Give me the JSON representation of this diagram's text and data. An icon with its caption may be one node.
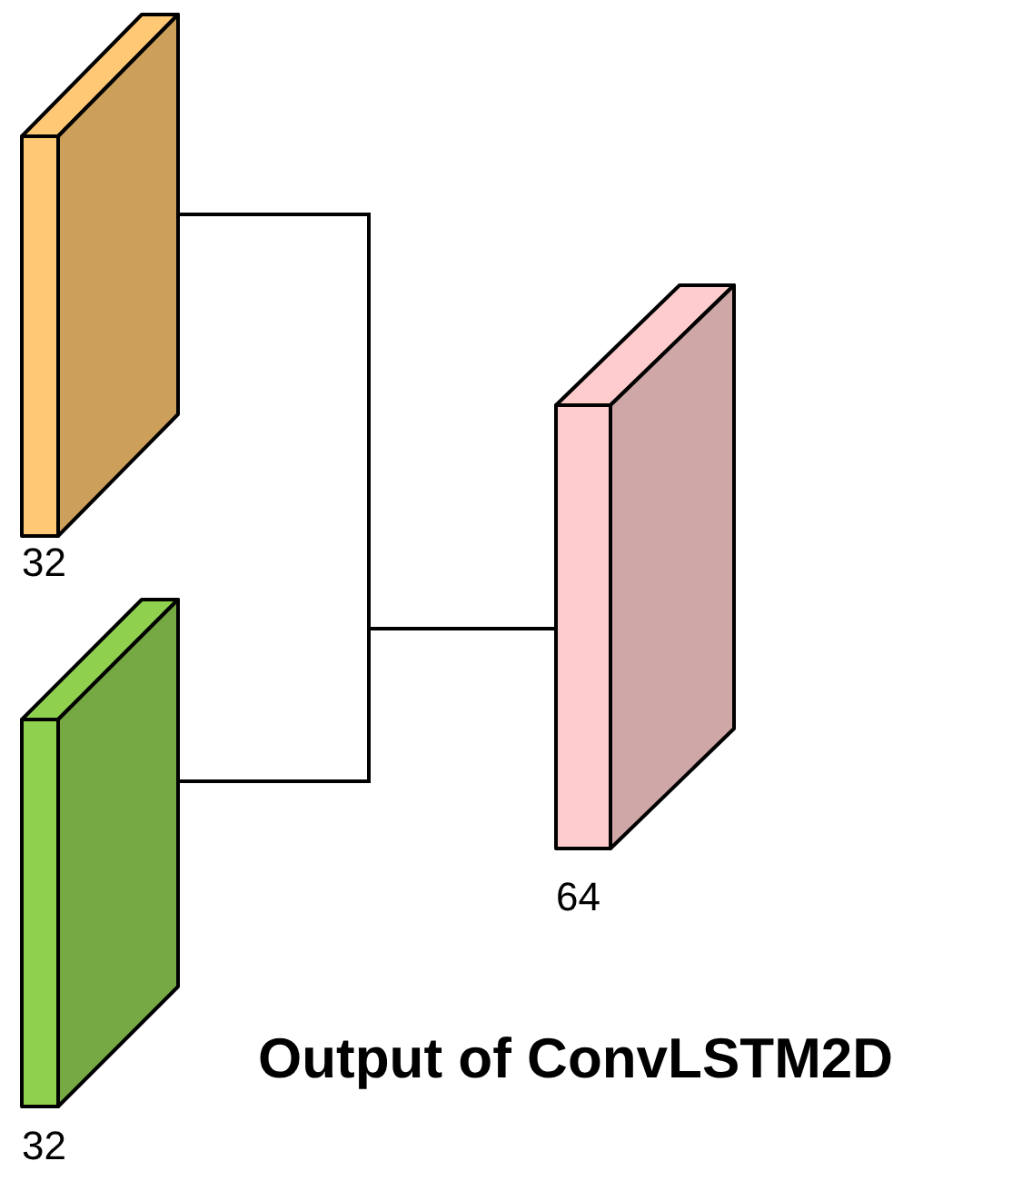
{
  "diagram": {
    "caption": "Output of ConvLSTM2D",
    "nodes": [
      {
        "text": [],
        "shape": "box",
        "beside": [
          "32"
        ]
      },
      {
        "text": [],
        "shape": "box",
        "beside": [
          "32"
        ]
      },
      {
        "text": [],
        "shape": "box",
        "beside": [
          "64"
        ]
      }
    ],
    "edges": [
      {
        "from": 0,
        "to": 2,
        "arrow": "none"
      },
      {
        "from": 1,
        "to": 2,
        "arrow": "none"
      }
    ]
  }
}
